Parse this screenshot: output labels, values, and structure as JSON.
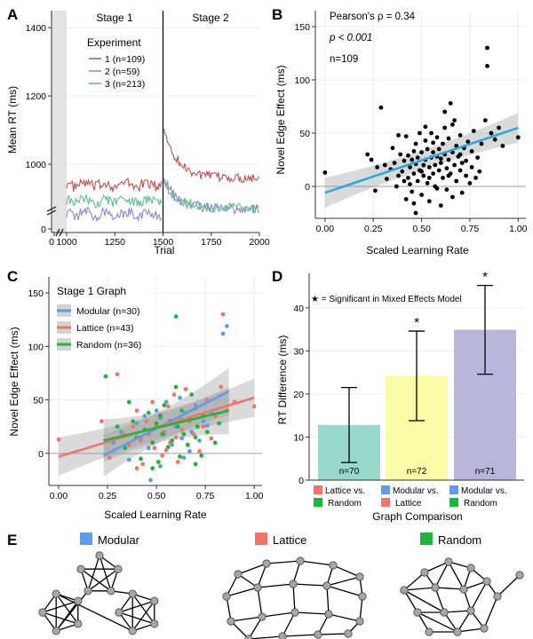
{
  "panels": {
    "A": {
      "letter": "A"
    },
    "B": {
      "letter": "B"
    },
    "C": {
      "letter": "C"
    },
    "D": {
      "letter": "D"
    },
    "E": {
      "letter": "E"
    }
  },
  "colors": {
    "exp1": "#c0504d",
    "exp2": "#8f86c8",
    "exp3": "#5bbf8a",
    "regression_b": "#29abe2",
    "modular": "#5e9be8",
    "lattice": "#f27468",
    "random": "#1fb53c",
    "bar_lattice_random": "#99d9cb",
    "bar_modular_lattice": "#fcfca6",
    "bar_modular_random": "#b9b6dc",
    "node": "#a6a6a6"
  },
  "chart_data": [
    {
      "panel": "A",
      "type": "line",
      "xlabel": "Trial",
      "ylabel": "Mean RT (ms)",
      "xticks": [
        "0",
        "1000",
        "1250",
        "1500",
        "1750",
        "2000"
      ],
      "yticks": [
        "0",
        "1000",
        "1200",
        "1400"
      ],
      "xlim": [
        1000,
        2000
      ],
      "ylim": [
        800,
        1450
      ],
      "stage_labels": [
        "Stage 1",
        "Stage 2"
      ],
      "stage_boundary": 1500,
      "legend_title": "Experiment",
      "legend_placement": "top-left",
      "series": [
        {
          "name": "1 (n=109)",
          "color_key": "exp1",
          "stage1_mean": 940,
          "stage2_start": 1105,
          "stage2_end": 960
        },
        {
          "name": "2 (n=59)",
          "color_key": "exp2",
          "stage1_mean": 855,
          "stage2_start": 960,
          "stage2_end": 868
        },
        {
          "name": "3 (n=213)",
          "color_key": "exp3",
          "stage1_mean": 892,
          "stage2_start": 945,
          "stage2_end": 872
        }
      ]
    },
    {
      "panel": "B",
      "type": "scatter",
      "xlabel": "Scaled Learning Rate",
      "ylabel": "Novel Edge Effect (ms)",
      "xticks": [
        "0.00",
        "0.25",
        "0.50",
        "0.75",
        "1.00"
      ],
      "yticks": [
        "0",
        "50",
        "100",
        "150"
      ],
      "xlim": [
        -0.05,
        1.04
      ],
      "ylim": [
        -30,
        165
      ],
      "annotations": [
        "Pearson's ρ = 0.34",
        "p < 0.001",
        "n=109"
      ],
      "fit": {
        "x0": 0.0,
        "y0": -6,
        "x1": 1.0,
        "y1": 55
      },
      "points": [
        [
          0.0,
          13
        ],
        [
          0.22,
          30
        ],
        [
          0.24,
          25
        ],
        [
          0.26,
          -4
        ],
        [
          0.27,
          18
        ],
        [
          0.29,
          74
        ],
        [
          0.31,
          20
        ],
        [
          0.32,
          7
        ],
        [
          0.34,
          16
        ],
        [
          0.35,
          36
        ],
        [
          0.36,
          22
        ],
        [
          0.37,
          0
        ],
        [
          0.38,
          10
        ],
        [
          0.39,
          30
        ],
        [
          0.4,
          14
        ],
        [
          0.41,
          24
        ],
        [
          0.41,
          5
        ],
        [
          0.42,
          47
        ],
        [
          0.42,
          -12
        ],
        [
          0.43,
          29
        ],
        [
          0.43,
          8
        ],
        [
          0.44,
          18
        ],
        [
          0.45,
          25
        ],
        [
          0.45,
          -5
        ],
        [
          0.46,
          33
        ],
        [
          0.46,
          12
        ],
        [
          0.47,
          21
        ],
        [
          0.47,
          40
        ],
        [
          0.47,
          -25
        ],
        [
          0.48,
          5
        ],
        [
          0.48,
          27
        ],
        [
          0.49,
          15
        ],
        [
          0.49,
          50
        ],
        [
          0.5,
          32
        ],
        [
          0.5,
          -8
        ],
        [
          0.51,
          20
        ],
        [
          0.51,
          10
        ],
        [
          0.52,
          43
        ],
        [
          0.52,
          25
        ],
        [
          0.53,
          3
        ],
        [
          0.53,
          35
        ],
        [
          0.54,
          18
        ],
        [
          0.54,
          -14
        ],
        [
          0.55,
          50
        ],
        [
          0.55,
          27
        ],
        [
          0.56,
          12
        ],
        [
          0.56,
          41
        ],
        [
          0.57,
          20
        ],
        [
          0.57,
          0
        ],
        [
          0.58,
          28
        ],
        [
          0.58,
          46
        ],
        [
          0.59,
          15
        ],
        [
          0.59,
          35
        ],
        [
          0.6,
          -18
        ],
        [
          0.6,
          22
        ],
        [
          0.61,
          8
        ],
        [
          0.61,
          40
        ],
        [
          0.62,
          30
        ],
        [
          0.62,
          55
        ],
        [
          0.63,
          17
        ],
        [
          0.63,
          -3
        ],
        [
          0.64,
          25
        ],
        [
          0.64,
          45
        ],
        [
          0.65,
          12
        ],
        [
          0.65,
          78
        ],
        [
          0.66,
          32
        ],
        [
          0.66,
          -10
        ],
        [
          0.67,
          20
        ],
        [
          0.67,
          62
        ],
        [
          0.68,
          38
        ],
        [
          0.68,
          5
        ],
        [
          0.69,
          28
        ],
        [
          0.7,
          15
        ],
        [
          0.7,
          48
        ],
        [
          0.71,
          22
        ],
        [
          0.71,
          -6
        ],
        [
          0.72,
          36
        ],
        [
          0.73,
          10
        ],
        [
          0.73,
          24
        ],
        [
          0.74,
          42
        ],
        [
          0.75,
          3
        ],
        [
          0.76,
          18
        ],
        [
          0.76,
          33
        ],
        [
          0.77,
          52
        ],
        [
          0.78,
          8
        ],
        [
          0.79,
          27
        ],
        [
          0.8,
          14
        ],
        [
          0.81,
          40
        ],
        [
          0.83,
          62
        ],
        [
          0.84,
          130
        ],
        [
          0.84,
          113
        ],
        [
          0.86,
          50
        ],
        [
          0.88,
          44
        ],
        [
          0.9,
          55
        ],
        [
          0.92,
          38
        ],
        [
          1.0,
          46
        ],
        [
          0.38,
          48
        ],
        [
          0.44,
          2
        ],
        [
          0.5,
          14
        ],
        [
          0.58,
          -2
        ],
        [
          0.62,
          70
        ],
        [
          0.66,
          58
        ],
        [
          0.7,
          30
        ],
        [
          0.46,
          -16
        ],
        [
          0.54,
          8
        ],
        [
          0.52,
          56
        ],
        [
          0.6,
          26
        ],
        [
          0.64,
          10
        ],
        [
          0.56,
          32
        ]
      ]
    },
    {
      "panel": "C",
      "type": "scatter",
      "xlabel": "Scaled Learning Rate",
      "ylabel": "Novel Edge Effect (ms)",
      "xticks": [
        "0.00",
        "0.25",
        "0.50",
        "0.75",
        "1.00"
      ],
      "yticks": [
        "0",
        "50",
        "100",
        "150"
      ],
      "xlim": [
        -0.05,
        1.04
      ],
      "ylim": [
        -30,
        165
      ],
      "legend_title": "Stage 1 Graph",
      "legend_placement": "top-left",
      "series": [
        {
          "name": "Modular (n=30)",
          "color_key": "modular",
          "fit": {
            "x0": 0.23,
            "y0": -2,
            "x1": 0.87,
            "y1": 58
          },
          "points": [
            [
              0.28,
              10
            ],
            [
              0.32,
              20
            ],
            [
              0.36,
              -6
            ],
            [
              0.4,
              28
            ],
            [
              0.42,
              15
            ],
            [
              0.44,
              35
            ],
            [
              0.46,
              5
            ],
            [
              0.48,
              22
            ],
            [
              0.5,
              40
            ],
            [
              0.52,
              -12
            ],
            [
              0.54,
              18
            ],
            [
              0.55,
              48
            ],
            [
              0.57,
              30
            ],
            [
              0.58,
              8
            ],
            [
              0.6,
              25
            ],
            [
              0.62,
              52
            ],
            [
              0.63,
              14
            ],
            [
              0.65,
              38
            ],
            [
              0.67,
              2
            ],
            [
              0.68,
              20
            ],
            [
              0.7,
              45
            ],
            [
              0.72,
              12
            ],
            [
              0.74,
              30
            ],
            [
              0.76,
              26
            ],
            [
              0.78,
              38
            ],
            [
              0.84,
              112
            ],
            [
              0.86,
              119
            ],
            [
              0.47,
              -25
            ],
            [
              0.52,
              33
            ],
            [
              0.64,
              -4
            ]
          ]
        },
        {
          "name": "Lattice (n=43)",
          "color_key": "lattice",
          "fit": {
            "x0": 0.0,
            "y0": -3,
            "x1": 1.0,
            "y1": 52
          },
          "points": [
            [
              0.0,
              13
            ],
            [
              0.22,
              30
            ],
            [
              0.26,
              -4
            ],
            [
              0.3,
              74
            ],
            [
              0.33,
              18
            ],
            [
              0.36,
              8
            ],
            [
              0.38,
              25
            ],
            [
              0.4,
              40
            ],
            [
              0.42,
              12
            ],
            [
              0.43,
              -10
            ],
            [
              0.45,
              30
            ],
            [
              0.46,
              18
            ],
            [
              0.48,
              48
            ],
            [
              0.49,
              5
            ],
            [
              0.5,
              25
            ],
            [
              0.52,
              36
            ],
            [
              0.53,
              -2
            ],
            [
              0.54,
              20
            ],
            [
              0.56,
              44
            ],
            [
              0.57,
              10
            ],
            [
              0.58,
              28
            ],
            [
              0.59,
              55
            ],
            [
              0.6,
              15
            ],
            [
              0.61,
              -8
            ],
            [
              0.62,
              34
            ],
            [
              0.63,
              22
            ],
            [
              0.65,
              60
            ],
            [
              0.66,
              8
            ],
            [
              0.67,
              30
            ],
            [
              0.69,
              18
            ],
            [
              0.7,
              42
            ],
            [
              0.72,
              2
            ],
            [
              0.74,
              25
            ],
            [
              0.76,
              50
            ],
            [
              0.78,
              14
            ],
            [
              0.8,
              35
            ],
            [
              0.83,
              62
            ],
            [
              0.84,
              130
            ],
            [
              0.86,
              40
            ],
            [
              0.9,
              48
            ],
            [
              1.0,
              44
            ],
            [
              0.4,
              -14
            ],
            [
              0.55,
              3
            ]
          ]
        },
        {
          "name": "Random (n=36)",
          "color_key": "random",
          "fit": {
            "x0": 0.23,
            "y0": 12,
            "x1": 0.87,
            "y1": 40
          },
          "points": [
            [
              0.24,
              72
            ],
            [
              0.3,
              25
            ],
            [
              0.34,
              5
            ],
            [
              0.38,
              30
            ],
            [
              0.4,
              15
            ],
            [
              0.42,
              -5
            ],
            [
              0.44,
              22
            ],
            [
              0.46,
              38
            ],
            [
              0.48,
              10
            ],
            [
              0.5,
              28
            ],
            [
              0.51,
              -8
            ],
            [
              0.53,
              18
            ],
            [
              0.54,
              45
            ],
            [
              0.56,
              6
            ],
            [
              0.57,
              30
            ],
            [
              0.58,
              12
            ],
            [
              0.6,
              62
            ],
            [
              0.61,
              25
            ],
            [
              0.62,
              -3
            ],
            [
              0.63,
              40
            ],
            [
              0.64,
              18
            ],
            [
              0.66,
              8
            ],
            [
              0.67,
              32
            ],
            [
              0.68,
              55
            ],
            [
              0.7,
              15
            ],
            [
              0.71,
              25
            ],
            [
              0.73,
              -2
            ],
            [
              0.74,
              35
            ],
            [
              0.76,
              20
            ],
            [
              0.8,
              10
            ],
            [
              0.82,
              28
            ],
            [
              0.36,
              48
            ],
            [
              0.48,
              -14
            ],
            [
              0.6,
              128
            ],
            [
              0.7,
              -10
            ],
            [
              0.52,
              35
            ]
          ]
        }
      ]
    },
    {
      "panel": "D",
      "type": "bar",
      "xlabel": "Graph Comparison",
      "ylabel": "RT Difference (ms)",
      "yticks": [
        "0",
        "10",
        "20",
        "30",
        "40"
      ],
      "ylim": [
        0,
        48
      ],
      "annotation": "★ = Significant in Mixed Effects Model",
      "bars": [
        {
          "value": 12.8,
          "err_low": 4.1,
          "err_high": 21.5,
          "n_label": "n=70",
          "significant": false,
          "color_key": "bar_lattice_random",
          "label_top": "Lattice vs.",
          "label_bottom": "Random",
          "top_key": "lattice",
          "bottom_key": "random"
        },
        {
          "value": 24.2,
          "err_low": 13.8,
          "err_high": 34.6,
          "n_label": "n=72",
          "significant": true,
          "color_key": "bar_modular_lattice",
          "label_top": "Modular vs.",
          "label_bottom": "Lattice",
          "top_key": "modular",
          "bottom_key": "lattice"
        },
        {
          "value": 34.9,
          "err_low": 24.6,
          "err_high": 45.2,
          "n_label": "n=71",
          "significant": true,
          "color_key": "bar_modular_random",
          "label_top": "Modular vs.",
          "label_bottom": "Random",
          "top_key": "modular",
          "bottom_key": "random"
        }
      ],
      "star": "*"
    }
  ],
  "graphs": {
    "modular_label": "Modular",
    "lattice_label": "Lattice",
    "random_label": "Random"
  }
}
